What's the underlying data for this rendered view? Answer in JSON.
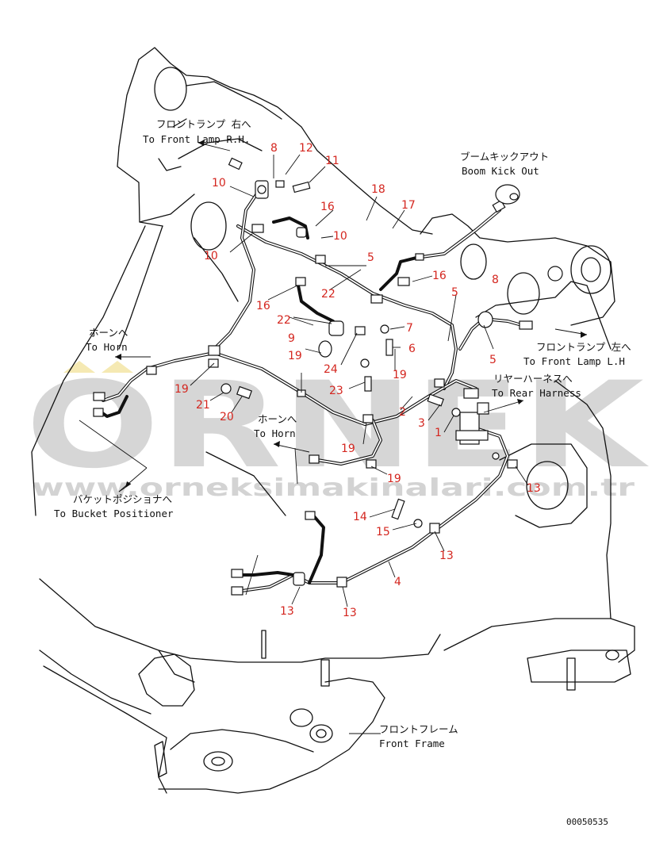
{
  "labels": {
    "front_lamp_rh_ja": "フロントランプ 右へ",
    "front_lamp_rh_en": "To Front Lamp R.H.",
    "boom_kick_out_ja": "ブームキックアウト",
    "boom_kick_out_en": "Boom Kick Out",
    "front_lamp_lh_ja": "フロントランプ 左へ",
    "front_lamp_lh_en": "To Front Lamp L.H",
    "horn1_ja": "ホーンへ",
    "horn1_en": "To Horn",
    "rear_harness_ja": "リヤーハーネスへ",
    "rear_harness_en": "To Rear Harness",
    "horn2_ja": "ホーンへ",
    "horn2_en": "To Horn",
    "bucket_ja": "バケットポジショナへ",
    "bucket_en": "To Bucket Positioner",
    "front_frame_ja": "フロントフレーム",
    "front_frame_en": "Front Frame"
  },
  "callouts": [
    "8",
    "12",
    "11",
    "10",
    "16",
    "18",
    "17",
    "10",
    "10",
    "5",
    "16",
    "16",
    "22",
    "5",
    "22",
    "8",
    "9",
    "7",
    "19",
    "6",
    "5",
    "24",
    "19",
    "23",
    "19",
    "21",
    "20",
    "2",
    "3",
    "1",
    "19",
    "19",
    "13",
    "14",
    "15",
    "13",
    "4",
    "13",
    "13"
  ],
  "doc_number": "00050535",
  "watermark": {
    "brand": "ORNEK",
    "url": "www.orneksimakinalari.com.tr"
  },
  "colors": {
    "callout": "#d4261f",
    "line": "#111111",
    "watermark": "#c9c9c9",
    "watermark_accent": "#f3e3a0"
  }
}
